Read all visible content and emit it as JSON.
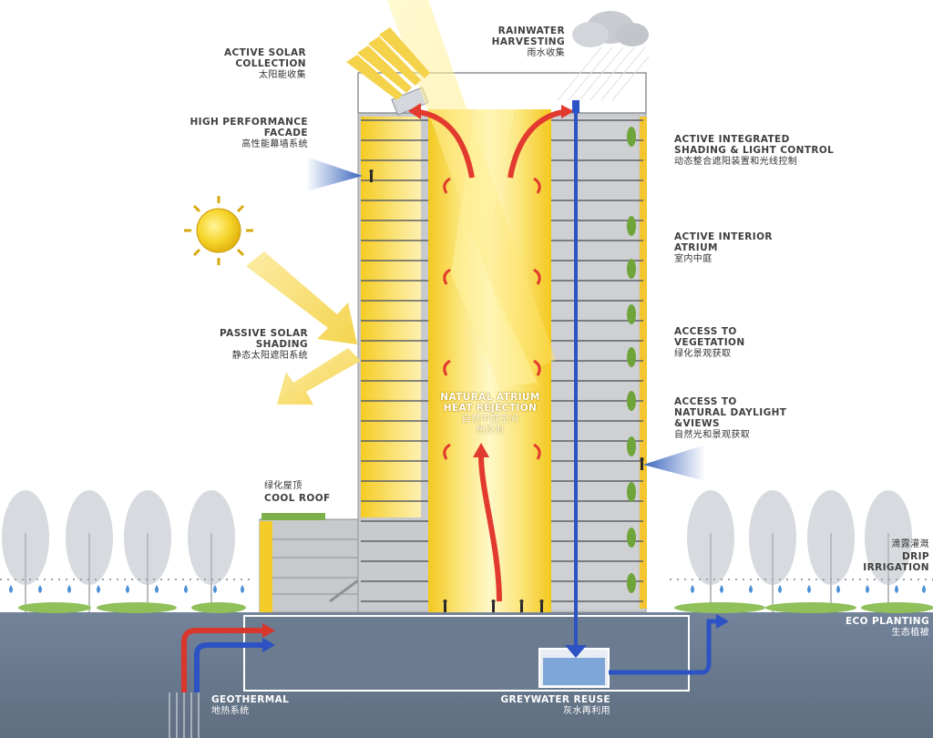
{
  "labels": {
    "active_solar": {
      "en": "ACTIVE SOLAR\nCOLLECTION",
      "zh": "太阳能收集"
    },
    "rainwater": {
      "en": "RAINWATER\nHARVESTING",
      "zh": "雨水收集"
    },
    "facade": {
      "en": "HIGH PERFORMANCE\nFACADE",
      "zh": "高性能幕墙系统"
    },
    "shading_control": {
      "en": "ACTIVE INTEGRATED\nSHADING & LIGHT CONTROL",
      "zh": "动态整合遮阳装置和光线控制"
    },
    "interior_atrium": {
      "en": "ACTIVE INTERIOR\nATRIUM",
      "zh": "室内中庭"
    },
    "passive_shading": {
      "en": "PASSIVE SOLAR\nSHADING",
      "zh": "静态太阳遮阳系统"
    },
    "vegetation": {
      "en": "ACCESS TO\nVEGETATION",
      "zh": "绿化景观获取"
    },
    "atrium_heat": {
      "en": "NATURAL ATRIUM\nHEAT REJECTION",
      "zh": "自然中庭空间\n热反射"
    },
    "daylight": {
      "en": "ACCESS TO\nNATURAL DAYLIGHT\n&VIEWS",
      "zh": "自然光和景观获取"
    },
    "cool_roof": {
      "zh": "绿化屋顶",
      "en": "COOL ROOF"
    },
    "drip": {
      "zh": "滴露灌溉",
      "en": "DRIP\nIRRIGATION"
    },
    "eco_planting": {
      "en": "ECO PLANTING",
      "zh": "生态植被"
    },
    "geothermal": {
      "en": "GEOTHERMAL",
      "zh": "地热系统"
    },
    "greywater": {
      "en": "GREYWATER REUSE",
      "zh": "灰水再利用"
    }
  },
  "colors": {
    "sun": "#f5d328",
    "warm_arrow": "#f2d24e",
    "hot_arrow": "#e23a2e",
    "cold_arrow": "#2a4fc1",
    "ground": "#6d7b8c",
    "basement": "#67788b",
    "facade_yellow": "#f7d23c",
    "building_grey": "#c9c9c9",
    "tree": "#c7ccd0",
    "planting": "#8fbf5a",
    "rain_drop": "#4b90d6",
    "shading_blue": "#4b76c2"
  }
}
